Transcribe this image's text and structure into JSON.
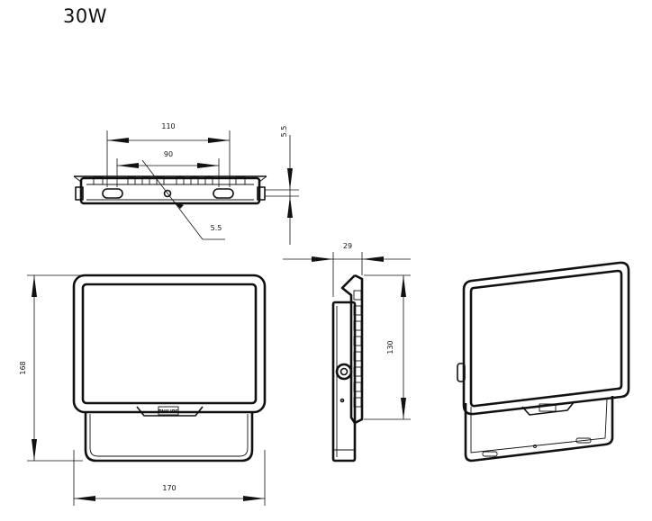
{
  "title": "30W",
  "dimensions": {
    "top_width": "110",
    "top_hole_spacing": "90",
    "top_thickness": "5.5",
    "hole_diameter": "5.5",
    "side_depth": "29",
    "side_height": "130",
    "front_height": "168",
    "front_width": "170"
  },
  "logo_text": "PHILIPS"
}
